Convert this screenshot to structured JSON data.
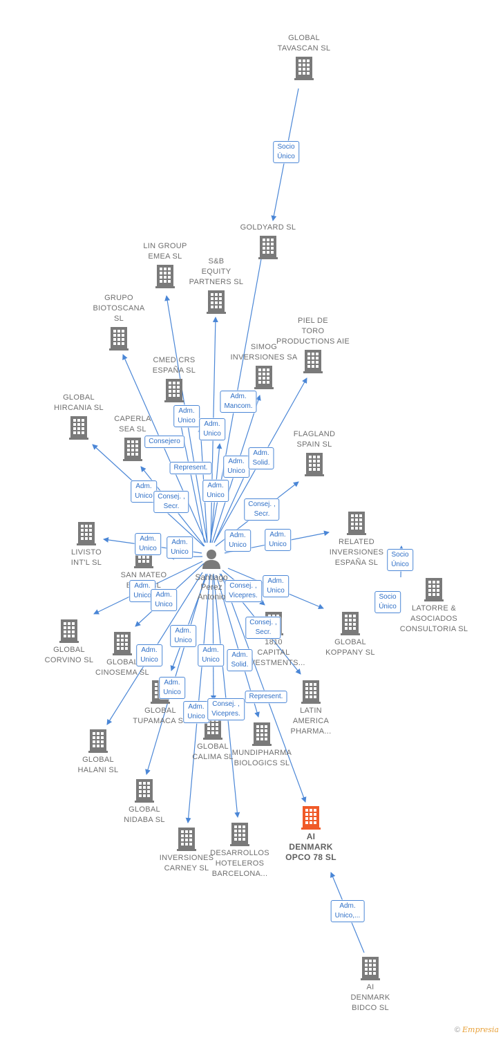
{
  "person": {
    "name": "Santiago\nPerez\nAntonio",
    "icon": "person-icon"
  },
  "companies": [
    {
      "id": "tavascan",
      "name": "GLOBAL\nTAVASCAN  SL"
    },
    {
      "id": "goldyard",
      "name": "GOLDYARD SL"
    },
    {
      "id": "lin",
      "name": "LIN GROUP\nEMEA  SL"
    },
    {
      "id": "sb",
      "name": "S&B\nEQUITY\nPARTNERS  SL"
    },
    {
      "id": "biotoscana",
      "name": "GRUPO\nBIOTOSCANA\nSL"
    },
    {
      "id": "pieldetoro",
      "name": "PIEL DE\nTORO\nPRODUCTIONS AIE"
    },
    {
      "id": "simog",
      "name": "SIMOG\nINVERSIONES SA"
    },
    {
      "id": "cmed",
      "name": "CMED CRS\nESPAÑA  SL"
    },
    {
      "id": "hircania",
      "name": "GLOBAL\nHIRCANIA  SL"
    },
    {
      "id": "caperla",
      "name": "CAPERLA\nSEA SL"
    },
    {
      "id": "flagland",
      "name": "FLAGLAND\nSPAIN SL"
    },
    {
      "id": "livisto",
      "name": "LIVISTO\nINT'L  SL"
    },
    {
      "id": "sanmateo",
      "name": "SAN MATEO\nBHMS SL"
    },
    {
      "id": "related",
      "name": "RELATED\nINVERSIONES\nESPAÑA  SL"
    },
    {
      "id": "latorre",
      "name": "LATORRE &\nASOCIADOS\nCONSULTORIA SL"
    },
    {
      "id": "corvino",
      "name": "GLOBAL\nCORVINO SL"
    },
    {
      "id": "cinosema",
      "name": "GLOBAL\nCINOSEMA SL"
    },
    {
      "id": "koppany",
      "name": "GLOBAL\nKOPPANY  SL"
    },
    {
      "id": "capital1810",
      "name": "1810\nCAPITAL\nINVESTMENTS..."
    },
    {
      "id": "latin",
      "name": "LATIN\nAMERICA\nPHARMA..."
    },
    {
      "id": "tupamaca",
      "name": "GLOBAL\nTUPAMACA SL"
    },
    {
      "id": "calima",
      "name": "GLOBAL\nCALIMA SL"
    },
    {
      "id": "mundipharma",
      "name": "MUNDIPHARMA\nBIOLOGICS  SL"
    },
    {
      "id": "halani",
      "name": "GLOBAL\nHALANI  SL"
    },
    {
      "id": "nidaba",
      "name": "GLOBAL\nNIDABA  SL"
    },
    {
      "id": "carney",
      "name": "INVERSIONES\nCARNEY SL"
    },
    {
      "id": "desarrollos",
      "name": "DESARROLLOS\nHOTELEROS\nBARCELONA..."
    },
    {
      "id": "aidenmark",
      "name": "AI\nDENMARK\nOPCO 78  SL",
      "highlight": true
    },
    {
      "id": "bidco",
      "name": "AI\nDENMARK\nBIDCO  SL"
    }
  ],
  "edge_labels": [
    {
      "id": "l_tavascan",
      "text": "Socio\nÚnico"
    },
    {
      "id": "l_mancom",
      "text": "Adm.\nMancom."
    },
    {
      "id": "l_unico1",
      "text": "Adm.\nUnico"
    },
    {
      "id": "l_unico2",
      "text": "Adm.\nUnico"
    },
    {
      "id": "l_consejero",
      "text": "Consejero"
    },
    {
      "id": "l_unico3",
      "text": "Adm.\nUnico"
    },
    {
      "id": "l_solid1",
      "text": "Adm.\nSolid."
    },
    {
      "id": "l_represent1",
      "text": "Represent."
    },
    {
      "id": "l_unico4",
      "text": "Adm.\nUnico"
    },
    {
      "id": "l_unico5",
      "text": "Adm.\nUnico"
    },
    {
      "id": "l_consejsecr1",
      "text": "Consej. ,\nSecr."
    },
    {
      "id": "l_consejsecr2",
      "text": "Consej. ,\nSecr."
    },
    {
      "id": "l_unico6",
      "text": "Adm.\nUnico"
    },
    {
      "id": "l_unico7",
      "text": "Adm.\nUnico"
    },
    {
      "id": "l_unico8",
      "text": "Adm.\nUnico"
    },
    {
      "id": "l_unico9",
      "text": "Adm.\nUnico"
    },
    {
      "id": "l_socio_related",
      "text": "Socio\nÚnico"
    },
    {
      "id": "l_socio_latorre",
      "text": "Socio\nÚnico"
    },
    {
      "id": "l_unico10",
      "text": "Adm.\nUnico"
    },
    {
      "id": "l_unico11",
      "text": "Adm.\nUnico"
    },
    {
      "id": "l_consejvice1",
      "text": "Consej. ,\nVicepres."
    },
    {
      "id": "l_unico12",
      "text": "Adm.\nUnico"
    },
    {
      "id": "l_consejsecr3",
      "text": "Consej. ,\nSecr."
    },
    {
      "id": "l_unico13",
      "text": "Adm.\nUnico"
    },
    {
      "id": "l_unico14",
      "text": "Adm.\nUnico"
    },
    {
      "id": "l_unico15",
      "text": "Adm.\nUnico"
    },
    {
      "id": "l_solid2",
      "text": "Adm.\nSolid."
    },
    {
      "id": "l_unico16",
      "text": "Adm.\nUnico"
    },
    {
      "id": "l_represent2",
      "text": "Represent."
    },
    {
      "id": "l_unico17",
      "text": "Adm.\nUnico"
    },
    {
      "id": "l_consejvice2",
      "text": "Consej. ,\nVicepres."
    },
    {
      "id": "l_bidco",
      "text": "Adm.\nUnico,..."
    }
  ],
  "colors": {
    "edge": "#4a86d6",
    "building": "#7a7a7a",
    "highlight": "#f05a28",
    "label_text": "#2f6fc6"
  },
  "footer": {
    "copyright": "©",
    "brand": "Empresia"
  }
}
